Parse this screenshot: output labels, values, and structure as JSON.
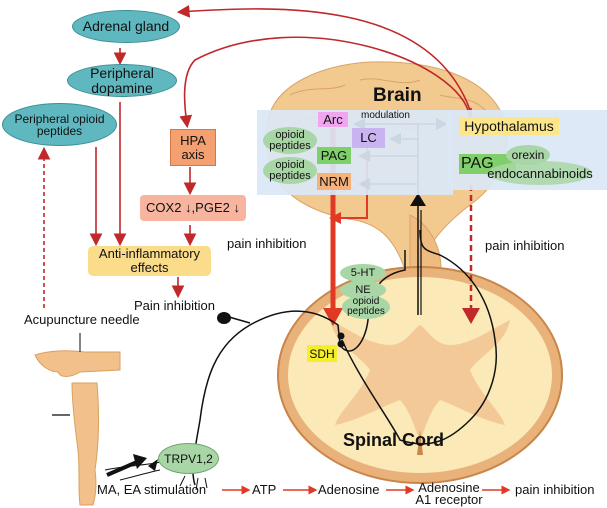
{
  "peripheral": {
    "adrenal_gland": "Adrenal gland",
    "peripheral_dopamine": "Peripheral dopamine",
    "peripheral_opioid_peptides": "Peripheral opioid peptides",
    "hpa_axis": "HPA axis",
    "cox2_pge2": "COX2 ↓,PGE2 ↓",
    "anti_inflammatory": "Anti-inflammatory effects",
    "pain_inhibition_hpa": "pain inhibition",
    "pain_inhibition_anti": "Pain inhibition",
    "acupuncture_needle": "Acupuncture needle"
  },
  "brain": {
    "title": "Brain",
    "modulation": "modulation",
    "arc": "Arc",
    "lc": "LC",
    "pag": "PAG",
    "nrm": "NRM",
    "opioid_peptides_1": "opioid peptides",
    "opioid_peptides_2": "opioid peptides",
    "hypothalamus": "Hypothalamus",
    "pag_right": "PAG",
    "orexin": "orexin",
    "endocannabinoids": "endocannabinoids",
    "pain_inhibition_right": "pain inhibition"
  },
  "spinal": {
    "title": "Spinal Cord",
    "sdh": "SDH",
    "ht5": "5-HT",
    "ne": "NE",
    "opioid_peptides": "opioid peptides",
    "trpv": "TRPV1,2"
  },
  "pathway": {
    "stimulation": "MA, EA stimulation",
    "atp": "ATP",
    "adenosine": "Adenosine",
    "a1_receptor": "Adenosine A1 receptor",
    "pain_inhibition": "pain inhibition"
  },
  "colors": {
    "teal": "#5fb8bf",
    "arrow_red": "#c0282a",
    "bright_red": "#e03a25",
    "hpa_orange": "#f4a070",
    "cox_salmon": "#f7b5a0",
    "anti_yellow": "#fbdc8a",
    "arc_pink": "#f0a6ee",
    "lc_purple": "#c9b3f0",
    "pag_green": "#7fcf6a",
    "nrm_orange": "#f6b27a",
    "hypo_yellow": "#fde58a",
    "sdh_yellow": "#f5ee2a",
    "panel_blue": "#dbe7f6"
  }
}
